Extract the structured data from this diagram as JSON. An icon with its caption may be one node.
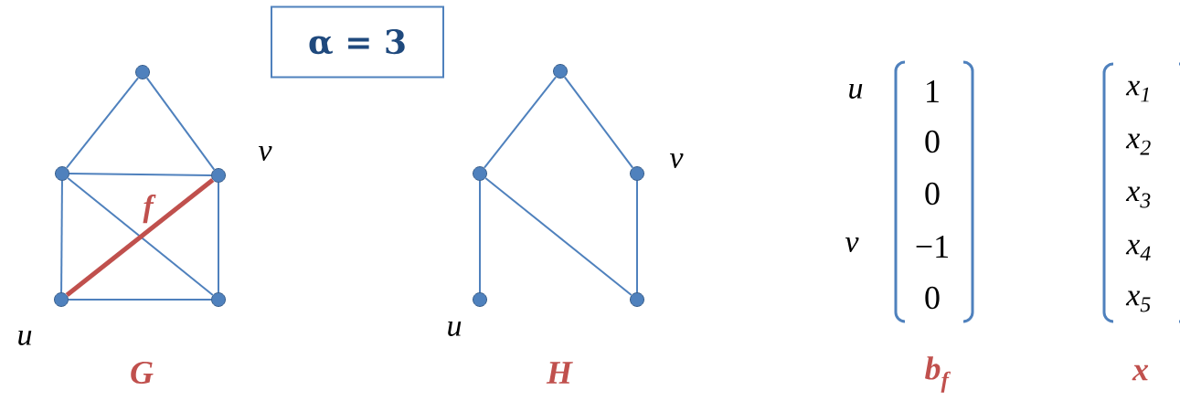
{
  "diagram": {
    "nodes": [
      {
        "text": [
          "α = 3"
        ]
      },
      {
        "text": [],
        "shape": "circle"
      },
      {
        "text": [],
        "shape": "circle"
      },
      {
        "text": [],
        "shape": "circle",
        "beside": [
          "v"
        ]
      },
      {
        "text": [],
        "shape": "circle",
        "beside": [
          "u"
        ]
      },
      {
        "text": [],
        "shape": "circle"
      },
      {
        "text": [],
        "shape": "circle"
      },
      {
        "text": [],
        "shape": "circle"
      },
      {
        "text": [],
        "shape": "circle",
        "beside": [
          "v"
        ]
      },
      {
        "text": [],
        "shape": "circle",
        "beside": [
          "u"
        ]
      },
      {
        "text": [],
        "shape": "circle"
      }
    ],
    "edges": [
      {
        "from": 1,
        "to": 2,
        "arrow": "none"
      },
      {
        "from": 1,
        "to": 3,
        "arrow": "none"
      },
      {
        "from": 2,
        "to": 3,
        "arrow": "none"
      },
      {
        "from": 2,
        "to": 4,
        "arrow": "none"
      },
      {
        "from": 2,
        "to": 5,
        "arrow": "none"
      },
      {
        "from": 3,
        "to": 5,
        "arrow": "none"
      },
      {
        "from": 4,
        "to": 5,
        "arrow": "none"
      },
      {
        "from": 4,
        "to": 3,
        "arrow": "none",
        "label": "f",
        "style": "thick",
        "color": "#c0504d"
      },
      {
        "from": 6,
        "to": 7,
        "arrow": "none"
      },
      {
        "from": 6,
        "to": 8,
        "arrow": "none"
      },
      {
        "from": 7,
        "to": 9,
        "arrow": "none"
      },
      {
        "from": 7,
        "to": 10,
        "arrow": "none"
      },
      {
        "from": 8,
        "to": 10,
        "arrow": "none"
      }
    ],
    "labels": [
      "u",
      "1",
      "x$_{1}$",
      "0",
      "x$_{2}$",
      "0",
      "x$_{3}$",
      "v",
      "−1",
      "x$_{4}$",
      "0",
      "x$_{5}$",
      "G",
      "H",
      "b$_{f}$",
      "x"
    ]
  }
}
